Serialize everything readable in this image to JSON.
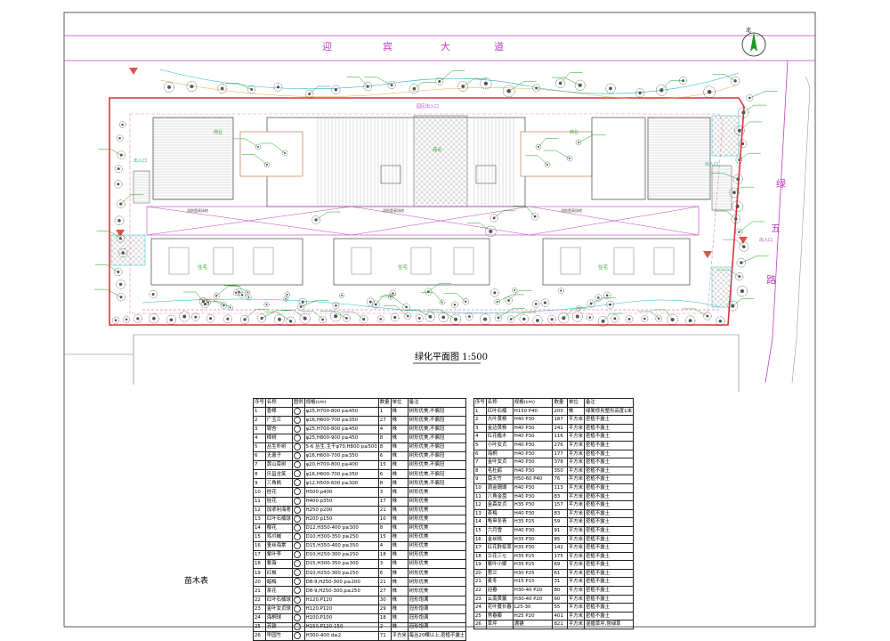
{
  "drawing": {
    "road_north": [
      "迎",
      "宾",
      "大",
      "道"
    ],
    "road_east": [
      "绿",
      "五",
      "路"
    ],
    "north_mark": "北",
    "title": "绿化平面图 1:500",
    "entrances": {
      "north": "园区出入口",
      "west": "出入口",
      "east": "出入口",
      "southeast": "出入口"
    },
    "zones": {
      "center": "商业",
      "west_block": "商业",
      "east_block": "商业",
      "res_left": "住宅",
      "res_mid": "住宅",
      "res_right": "住宅",
      "fire_lane": "消防登高场地"
    },
    "colors": {
      "boundary": "#e0303a",
      "road_text": "#c040c0",
      "plant_label": "#1aa31a",
      "cyan": "#20b8c8",
      "green_text": "#33aa33"
    }
  },
  "table_title": "苗木表",
  "tables": {
    "left_header": {
      "no": "序号",
      "name": "名称",
      "icon": "图例",
      "spec": "规格(cm)",
      "qty": "数量",
      "unit": "单位",
      "note": "备注"
    },
    "right_header": {
      "no": "序号",
      "name": "名称",
      "spec": "规格(cm)",
      "qty": "数量",
      "unit": "单位",
      "note": "备注"
    },
    "left_rows": [
      {
        "no": "1",
        "name": "香樟",
        "spec": "φ25,H700-800 p≥450",
        "qty": "1",
        "unit": "株",
        "note": "树形优美,不偏冠"
      },
      {
        "no": "2",
        "name": "广玉兰",
        "spec": "φ16,H600-700 p≥350",
        "qty": "27",
        "unit": "株",
        "note": "树形优美,不偏冠"
      },
      {
        "no": "3",
        "name": "银杏",
        "spec": "φ25,H700-800 p≥450",
        "qty": "4",
        "unit": "株",
        "note": "树形优美,不偏冠"
      },
      {
        "no": "4",
        "name": "榉树",
        "spec": "φ25,H800-900 p≥450",
        "qty": "8",
        "unit": "株",
        "note": "树形优美,不偏冠"
      },
      {
        "no": "5",
        "name": "丛生朴树",
        "spec": "5-6 丛生,主干φ70,H800 p≥500",
        "qty": "8",
        "unit": "株",
        "note": "树形优美,不偏冠"
      },
      {
        "no": "6",
        "name": "无患子",
        "spec": "φ16,H600-700 p≥350",
        "qty": "6",
        "unit": "株",
        "note": "树形优美,不偏冠"
      },
      {
        "no": "7",
        "name": "黄山栾树",
        "spec": "φ20,H700-800 p≥400",
        "qty": "15",
        "unit": "株",
        "note": "树形优美,不偏冠"
      },
      {
        "no": "8",
        "name": "乐昌含笑",
        "spec": "φ16,H600-700 p≥350",
        "qty": "6",
        "unit": "株",
        "note": "树形优美,不偏冠"
      },
      {
        "no": "9",
        "name": "三角枫",
        "spec": "φ12,H500-600 p≥300",
        "qty": "8",
        "unit": "株",
        "note": "树形优美,不偏冠"
      },
      {
        "no": "10",
        "name": "桂花",
        "spec": "H500 p400",
        "qty": "3",
        "unit": "株",
        "note": "树形优美"
      },
      {
        "no": "11",
        "name": "桂花",
        "spec": "H400 p350",
        "qty": "17",
        "unit": "株",
        "note": "树形优美"
      },
      {
        "no": "12",
        "name": "加拿利海枣",
        "spec": "H250 p200",
        "qty": "21",
        "unit": "株",
        "note": "树形优美"
      },
      {
        "no": "13",
        "name": "红叶石楠球",
        "spec": "H200 p150",
        "qty": "10",
        "unit": "株",
        "note": "树形优美"
      },
      {
        "no": "14",
        "name": "樱花",
        "spec": "D12,H350-400 p≥300",
        "qty": "8",
        "unit": "株",
        "note": "树形优美"
      },
      {
        "no": "15",
        "name": "鸡爪槭",
        "spec": "D10,H300-350 p≥250",
        "qty": "15",
        "unit": "株",
        "note": "树形优美"
      },
      {
        "no": "16",
        "name": "垂丝海棠",
        "spec": "D15,H350-400 p≥350",
        "qty": "4",
        "unit": "株",
        "note": "树形优美"
      },
      {
        "no": "17",
        "name": "紫叶李",
        "spec": "D10,H250-300 p≥250",
        "qty": "18",
        "unit": "株",
        "note": "树形优美"
      },
      {
        "no": "18",
        "name": "紫薇",
        "spec": "D15,H300-350 p≥300",
        "qty": "3",
        "unit": "株",
        "note": "树形优美"
      },
      {
        "no": "19",
        "name": "红枫",
        "spec": "D10,H250-300 p≥250",
        "qty": "6",
        "unit": "株",
        "note": "树形优美"
      },
      {
        "no": "20",
        "name": "蜡梅",
        "spec": "D8-9,H250-300 p≥200",
        "qty": "21",
        "unit": "株",
        "note": "树形优美"
      },
      {
        "no": "21",
        "name": "茶花",
        "spec": "D8-9,H250-300,p≥250",
        "qty": "27",
        "unit": "株",
        "note": "树形优美"
      },
      {
        "no": "22",
        "name": "红叶石楠球",
        "spec": "H120,P120",
        "qty": "30",
        "unit": "株",
        "note": "冠形饱满"
      },
      {
        "no": "23",
        "name": "金叶女贞球",
        "spec": "H120,P120",
        "qty": "29",
        "unit": "株",
        "note": "冠形饱满"
      },
      {
        "no": "24",
        "name": "海桐球",
        "spec": "H100,P100",
        "qty": "18",
        "unit": "株",
        "note": "冠形饱满"
      },
      {
        "no": "25",
        "name": "苏铁",
        "spec": "H150,P120-150",
        "qty": "2",
        "unit": "株",
        "note": "冠形饱满"
      },
      {
        "no": "26",
        "name": "早园竹",
        "spec": "H300-400 d≥2",
        "qty": "71",
        "unit": "平方米",
        "note": "每丛20棵以上,密植不露土"
      }
    ],
    "right_rows": [
      {
        "no": "1",
        "name": "红叶石楠",
        "spec": "H150 P40",
        "qty": "200",
        "unit": "株",
        "note": "绿篱修剪整形高度1米"
      },
      {
        "no": "2",
        "name": "大叶黄杨",
        "spec": "H40 P30",
        "qty": "187",
        "unit": "平方米",
        "note": "密植不露土"
      },
      {
        "no": "3",
        "name": "金边黄杨",
        "spec": "H40 P30",
        "qty": "241",
        "unit": "平方米",
        "note": "密植不露土"
      },
      {
        "no": "4",
        "name": "红花檵木",
        "spec": "H40 P30",
        "qty": "116",
        "unit": "平方米",
        "note": "密植不露土"
      },
      {
        "no": "5",
        "name": "小叶女贞",
        "spec": "H40 P30",
        "qty": "276",
        "unit": "平方米",
        "note": "密植不露土"
      },
      {
        "no": "6",
        "name": "海桐",
        "spec": "H40 P30",
        "qty": "177",
        "unit": "平方米",
        "note": "密植不露土"
      },
      {
        "no": "7",
        "name": "金叶女贞",
        "spec": "H40 P30",
        "qty": "378",
        "unit": "平方米",
        "note": "密植不露土"
      },
      {
        "no": "8",
        "name": "毛杜鹃",
        "spec": "H40 P30",
        "qty": "350",
        "unit": "平方米",
        "note": "密植不露土"
      },
      {
        "no": "9",
        "name": "南天竹",
        "spec": "H50-60 P40",
        "qty": "76",
        "unit": "平方米",
        "note": "密植不露土"
      },
      {
        "no": "10",
        "name": "洒金珊瑚",
        "spec": "H40 P30",
        "qty": "113",
        "unit": "平方米",
        "note": "密植不露土"
      },
      {
        "no": "11",
        "name": "八角金盘",
        "spec": "H40 P30",
        "qty": "83",
        "unit": "平方米",
        "note": "密植不露土"
      },
      {
        "no": "12",
        "name": "金森女贞",
        "spec": "H35 P30",
        "qty": "157",
        "unit": "平方米",
        "note": "密植不露土"
      },
      {
        "no": "13",
        "name": "茶梅",
        "spec": "H40 P30",
        "qty": "83",
        "unit": "平方米",
        "note": "密植不露土"
      },
      {
        "no": "14",
        "name": "龟甲冬青",
        "spec": "H35 P25",
        "qty": "59",
        "unit": "平方米",
        "note": "密植不露土"
      },
      {
        "no": "15",
        "name": "六月雪",
        "spec": "H40 P30",
        "qty": "91",
        "unit": "平方米",
        "note": "密植不露土"
      },
      {
        "no": "16",
        "name": "金丝桃",
        "spec": "H35 P30",
        "qty": "85",
        "unit": "平方米",
        "note": "密植不露土"
      },
      {
        "no": "17",
        "name": "红花酢浆草",
        "spec": "H35 P30",
        "qty": "142",
        "unit": "平方米",
        "note": "密植不露土"
      },
      {
        "no": "18",
        "name": "兰花三七",
        "spec": "H35 P25",
        "qty": "175",
        "unit": "平方米",
        "note": "密植不露土"
      },
      {
        "no": "19",
        "name": "紫叶小檗",
        "spec": "H35 P25",
        "qty": "69",
        "unit": "平方米",
        "note": "密植不露土"
      },
      {
        "no": "20",
        "name": "葱兰",
        "spec": "H30 P25",
        "qty": "61",
        "unit": "平方米",
        "note": "密植不露土"
      },
      {
        "no": "21",
        "name": "麦冬",
        "spec": "H15 P15",
        "qty": "31",
        "unit": "平方米",
        "note": "密植不露土"
      },
      {
        "no": "22",
        "name": "迎春",
        "spec": "H30-40 P20",
        "qty": "80",
        "unit": "平方米",
        "note": "密植不露土"
      },
      {
        "no": "23",
        "name": "云南黄馨",
        "spec": "H30-40 P20",
        "qty": "60",
        "unit": "平方米",
        "note": "密植不露土"
      },
      {
        "no": "24",
        "name": "花叶蔓长春",
        "spec": "L25-30",
        "qty": "55",
        "unit": "平方米",
        "note": "密植不露土"
      },
      {
        "no": "25",
        "name": "常春藤",
        "spec": "H25 P20",
        "qty": "401",
        "unit": "平方米",
        "note": "密植不露土"
      },
      {
        "no": "26",
        "name": "草坪",
        "spec": "满铺",
        "qty": "821",
        "unit": "平方米",
        "note": "混播草坪,常绿草"
      }
    ]
  }
}
